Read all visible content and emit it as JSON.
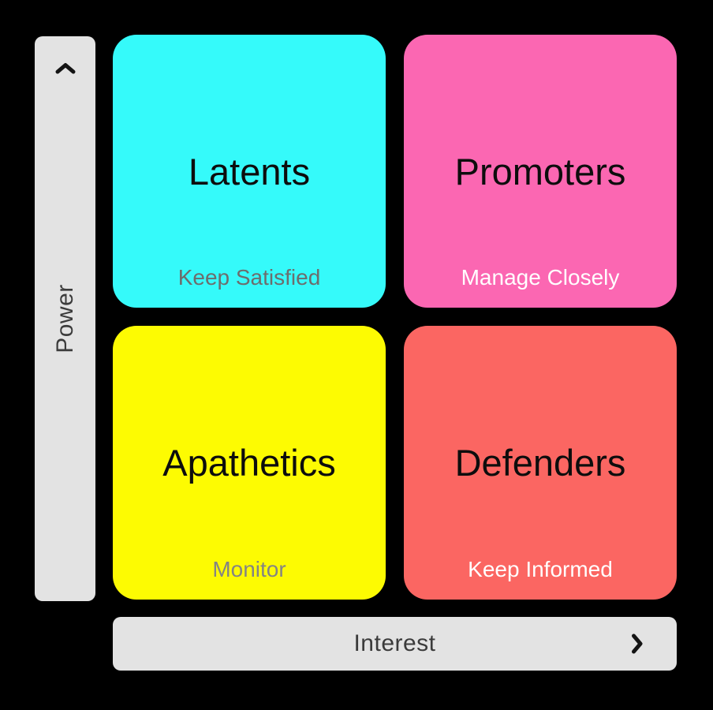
{
  "background": "#000000",
  "quadrants": [
    {
      "name": "latents",
      "title": "Latents",
      "subtitle": "Keep Satisfied",
      "bg": "#35FAFA",
      "title_color": "#0d0d0d",
      "subtitle_color": "#6d6d6d"
    },
    {
      "name": "promoters",
      "title": "Promoters",
      "subtitle": "Manage Closely",
      "bg": "#FB67B2",
      "title_color": "#0d0d0d",
      "subtitle_color": "#ffffff"
    },
    {
      "name": "apathetics",
      "title": "Apathetics",
      "subtitle": "Monitor",
      "bg": "#FDFB02",
      "title_color": "#0d0d0d",
      "subtitle_color": "#848484"
    },
    {
      "name": "defenders",
      "title": "Defenders",
      "subtitle": "Keep Informed",
      "bg": "#FB6662",
      "title_color": "#0d0d0d",
      "subtitle_color": "#ffffff"
    }
  ],
  "y_axis": {
    "label": "Power",
    "icon": "chevron-up-icon",
    "bg": "#E3E3E3",
    "text_color": "#3b3b3b",
    "arrow_color": "#141414"
  },
  "x_axis": {
    "label": "Interest",
    "icon": "chevron-right-icon",
    "bg": "#E3E3E3",
    "text_color": "#3b3b3b",
    "arrow_color": "#141414"
  }
}
